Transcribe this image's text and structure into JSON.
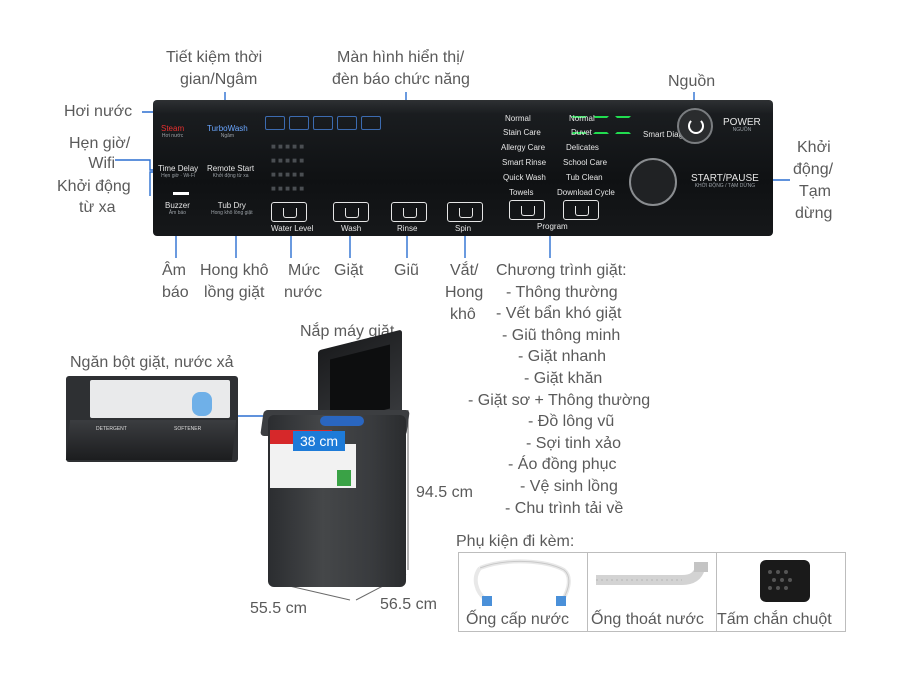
{
  "labels": {
    "hoi_nuoc": "Hơi nước",
    "tiet_kiem_1": "Tiết kiệm thời",
    "tiet_kiem_2": "gian/Ngâm",
    "man_hinh_1": "Màn hình hiển thị/",
    "man_hinh_2": "đèn báo chức năng",
    "nguon": "Nguồn",
    "hen_gio_1": "Hẹn giờ/",
    "hen_gio_2": "Wifi",
    "khoi_dong_xa_1": "Khởi động",
    "khoi_dong_xa_2": "từ xa",
    "start_1": "Khởi",
    "start_2": "động/",
    "start_3": "Tạm",
    "start_4": "dừng",
    "am_bao_1": "Âm",
    "am_bao_2": "báo",
    "hong_kho_1": "Hong khô",
    "hong_kho_2": "lồng giặt",
    "muc_nuoc_1": "Mức",
    "muc_nuoc_2": "nước",
    "giat": "Giặt",
    "giu": "Giũ",
    "vat_1": "Vắt/",
    "vat_2": "Hong",
    "vat_3": "khô",
    "chuong_trinh_title": "Chương trình giặt:",
    "programs": [
      "- Thông thường",
      "- Vết bẩn khó giặt",
      "- Giũ thông minh",
      "- Giặt nhanh",
      "- Giặt khăn",
      "- Giặt sơ + Thông thường",
      "- Đồ lông vũ",
      "- Sợi tinh xảo",
      "- Áo đồng phục",
      "- Vệ sinh lồng",
      "- Chu trình tải về"
    ],
    "nap_may_giat": "Nắp máy giặt",
    "ngan_bot": "Ngăn bột giặt, nước xả",
    "dim_width_top": "38 cm",
    "dim_height": "94.5 cm",
    "dim_width": "55.5 cm",
    "dim_depth": "56.5 cm",
    "phu_kien_title": "Phụ kiện đi kèm:",
    "accessories": [
      "Ống cấp nước",
      "Ống thoát nước",
      "Tấm chắn chuột"
    ]
  },
  "panel": {
    "steam": "Steam",
    "steam_sub": "Hơi nước",
    "turbowash": "TurboWash",
    "turbowash_sub": "Ngâm",
    "time_delay": "Time Delay",
    "time_delay_sub": "Hẹn giờ · Wi-Fi",
    "remote_start": "Remote Start",
    "remote_start_sub": "Khởi động từ xa",
    "buzzer": "Buzzer",
    "buzzer_sub": "Âm báo",
    "tub_dry": "Tub Dry",
    "tub_dry_sub": "Hong khô lồng giặt",
    "water_level": "Water Level",
    "wash": "Wash",
    "rinse": "Rinse",
    "spin": "Spin",
    "program": "Program",
    "programs_left": [
      "Normal",
      "Stain Care",
      "Allergy Care",
      "Smart Rinse",
      "Quick Wash",
      "Towels"
    ],
    "programs_right": [
      "Normal",
      "Duvet",
      "Delicates",
      "School Care",
      "Tub Clean",
      "Download Cycle"
    ],
    "smart_diagnosis": "Smart Diagnosis",
    "power": "POWER",
    "power_sub": "NGUỒN",
    "start_pause": "START/PAUSE",
    "start_pause_sub": "KHỞI ĐỘNG / TẠM DỪNG",
    "drawer_detergent": "DETERGENT",
    "drawer_softener": "SOFTENER"
  },
  "colors": {
    "label_text": "#5a5a5a",
    "leader_line": "#2b6fd1",
    "panel_bg": "#121416",
    "display_green": "#24ff5a",
    "steam_red": "#e8302f",
    "dimension_blue": "#1e7bd8"
  }
}
